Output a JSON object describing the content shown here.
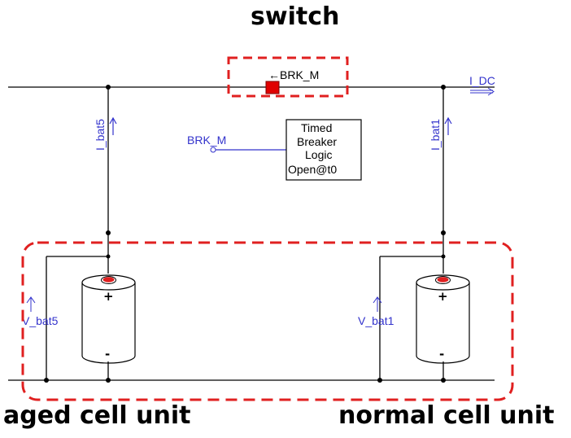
{
  "title": "switch",
  "captions": {
    "left": "aged cell unit",
    "right": "normal cell unit"
  },
  "labels": {
    "switch_label": "←BRK_M",
    "current_out": "I_DC",
    "i_bat5": "I_bat5",
    "i_bat1": "I_bat1",
    "brk_signal": "BRK_M",
    "v_bat5": "V_bat5",
    "v_bat1": "V_bat1"
  },
  "breaker_logic": {
    "lines": [
      "Timed",
      "Breaker",
      "Logic",
      "Open@t0"
    ]
  },
  "battery": {
    "plus": "+",
    "minus": "-"
  },
  "colors": {
    "wire": "#000000",
    "signal": "#3333cc",
    "highlight": "#e02020",
    "switch_fill": "#e00000"
  }
}
